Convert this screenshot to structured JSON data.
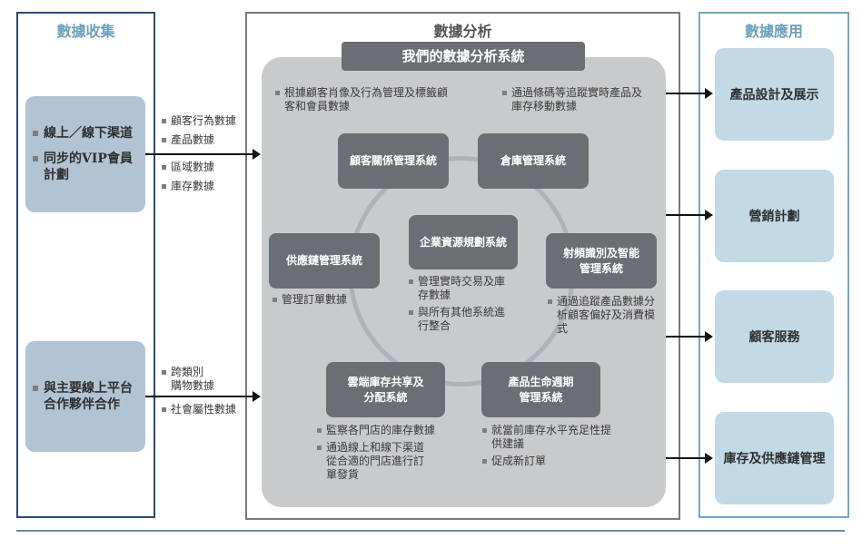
{
  "columns": {
    "collection": {
      "title": "數據收集",
      "sources": [
        {
          "items": [
            "線上／線下渠道",
            "同步的VIP會員計劃"
          ]
        },
        {
          "items": [
            "與主要線上平台合作夥伴合作"
          ]
        }
      ],
      "flows": [
        {
          "items": [
            "顧客行為數據",
            "產品數據",
            "區域數據",
            "庫存數據"
          ]
        },
        {
          "items": [
            "跨類別\n購物數據",
            "社會屬性數據"
          ]
        }
      ]
    },
    "analysis": {
      "title": "數據分析",
      "system_title": "我們的數據分析系統",
      "top_notes": [
        {
          "items": [
            "根據顧客肖像及行為管理及標籤顧客和會員數據"
          ]
        },
        {
          "items": [
            "通過條碼等追蹤實時產品及庫存移動數據"
          ]
        }
      ],
      "systems": [
        {
          "name": "顧客關係管理系統",
          "notes": []
        },
        {
          "name": "倉庫管理系統",
          "notes": []
        },
        {
          "name": "供應鏈管理系統",
          "notes": [
            "管理訂單數據"
          ]
        },
        {
          "name": "企業資源規劃系統",
          "notes": [
            "管理實時交易及庫存數據",
            "與所有其他系統進行整合"
          ]
        },
        {
          "name": "射頻識別及智能管理系統",
          "notes": [
            "通過追蹤產品數據分析顧客偏好及消費模式"
          ]
        },
        {
          "name": "雲端庫存共享及分配系統",
          "notes": [
            "監察各門店的庫存數據",
            "通過線上和線下渠道從合適的門店進行訂單發貨"
          ]
        },
        {
          "name": "產品生命週期管理系統",
          "notes": [
            "就當前庫存水平充足性提供建議",
            "促成新訂單"
          ]
        }
      ]
    },
    "application": {
      "title": "數據應用",
      "items": [
        "產品設計及展示",
        "營銷計劃",
        "顧客服務",
        "庫存及供應鏈管理"
      ]
    }
  },
  "colors": {
    "collection_border": "#2b4a73",
    "analysis_border": "#777a7d",
    "application_border": "#6fa7c2",
    "title_blue": "#6ea0bd",
    "source_box": "#b2c4d4",
    "system_box": "#6b6e73",
    "panel": "#c9cacc",
    "application_box": "#c2dae6"
  }
}
